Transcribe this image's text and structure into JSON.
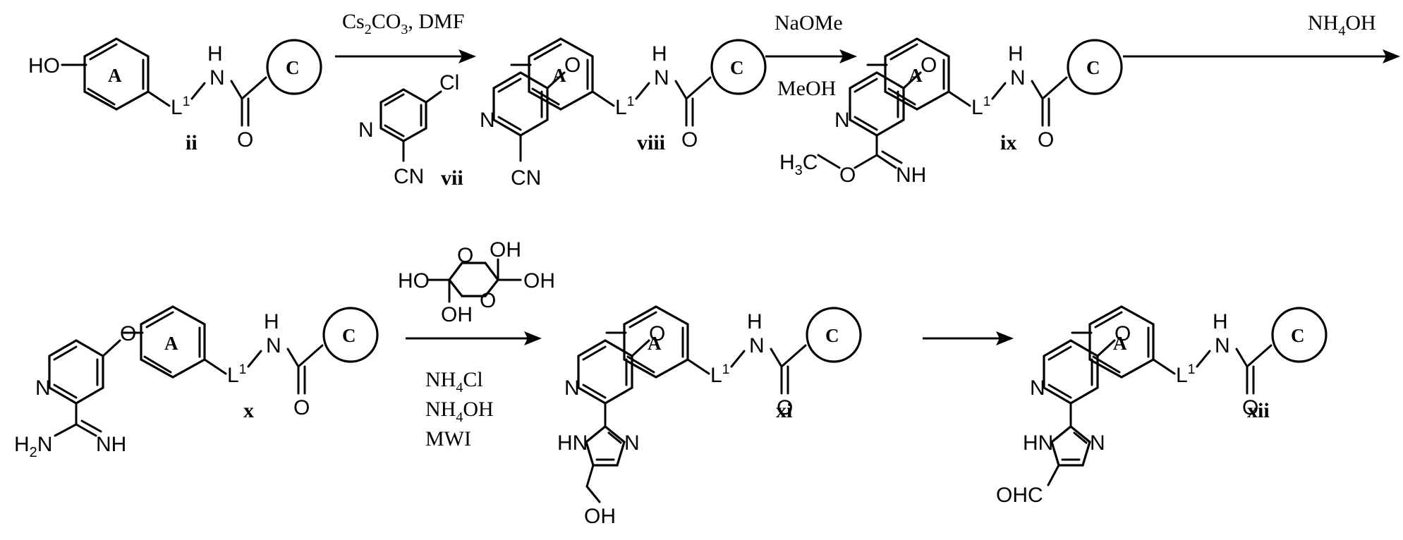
{
  "compounds": [
    {
      "label": "ii"
    },
    {
      "label": "vii"
    },
    {
      "label": "viii"
    },
    {
      "label": "ix"
    },
    {
      "label": "x"
    },
    {
      "label": "xi"
    },
    {
      "label": "xii"
    }
  ],
  "rings": {
    "aryl": "A",
    "cyclic": "C"
  },
  "atoms": {
    "ho": "HO",
    "o": "O",
    "n": "N",
    "h": "H",
    "l": "L",
    "one": "1",
    "cl": "Cl",
    "cn": "CN",
    "nh": "NH",
    "oh": "OH",
    "ohc": "OHC",
    "hn": "HN",
    "h3": "H",
    "three": "3",
    "c": "C",
    "h2": "H",
    "two": "2"
  },
  "reagents": {
    "step1": {
      "cs": "Cs",
      "sub2": "2",
      "co": "CO",
      "sub3": "3",
      "rest": ", DMF"
    },
    "step2_top": "NaOMe",
    "step2_bottom": "MeOH",
    "step3": {
      "nh": "NH",
      "sub4": "4",
      "oh": "OH"
    },
    "step4_lines": [
      {
        "nh": "NH",
        "sub4": "4",
        "tail": "Cl"
      },
      {
        "nh": "NH",
        "sub4": "4",
        "tail": "OH"
      }
    ],
    "step4_mwi": "MWI"
  }
}
